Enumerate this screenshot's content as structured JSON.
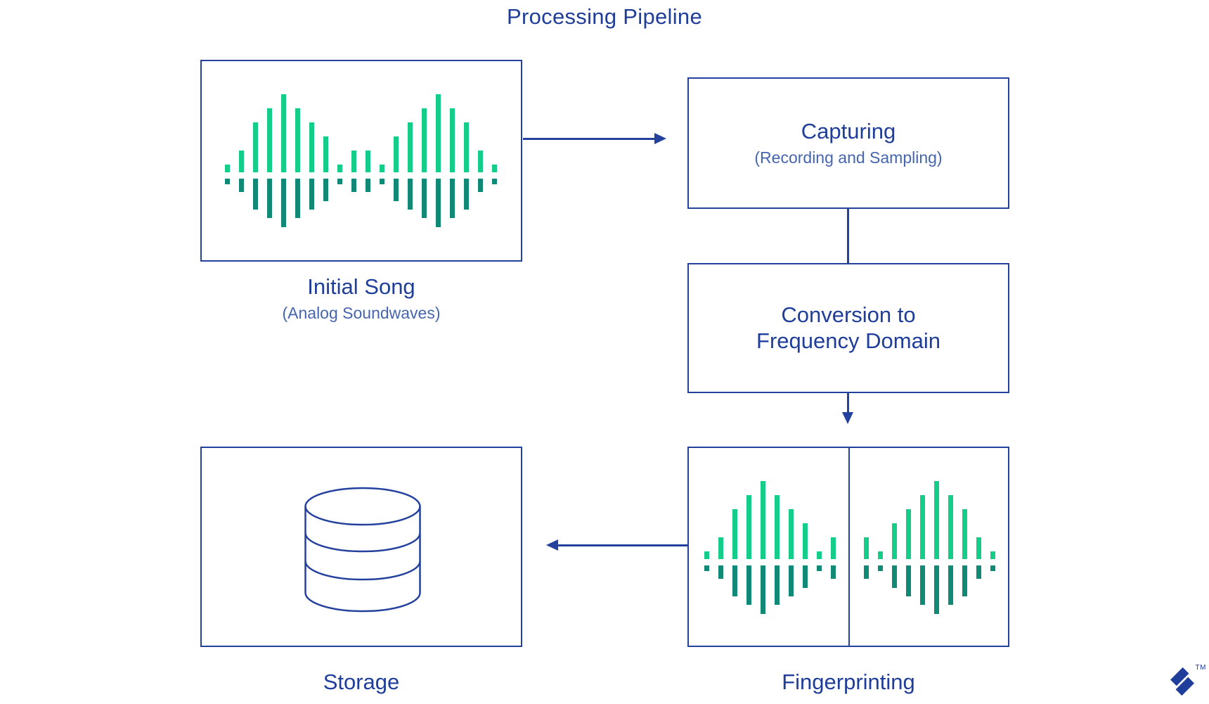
{
  "title": "Processing Pipeline",
  "colors": {
    "primary_blue": "#1f3d9a",
    "border_blue": "#24419e",
    "subtitle_blue": "#4565af",
    "wave_green": "#13cd89",
    "wave_teal": "#108a77"
  },
  "nodes": {
    "initial_song": {
      "label": "Initial Song",
      "sublabel": "(Analog Soundwaves)"
    },
    "capturing": {
      "label": "Capturing",
      "sublabel": "(Recording and Sampling)"
    },
    "conversion": {
      "label_line1": "Conversion to",
      "label_line2": "Frequency Domain"
    },
    "fingerprinting": {
      "label": "Fingerprinting"
    },
    "storage": {
      "label": "Storage"
    }
  },
  "waveforms": {
    "initial_song": {
      "bar_heights": [
        11,
        31,
        71,
        91,
        111,
        91,
        71,
        51,
        11,
        31,
        31,
        11,
        51,
        71,
        91,
        111,
        91,
        71,
        31,
        11
      ]
    },
    "fingerprint_left": {
      "bar_heights": [
        11,
        31,
        71,
        91,
        111,
        91,
        71,
        51,
        11,
        31
      ]
    },
    "fingerprint_right": {
      "bar_heights": [
        31,
        11,
        51,
        71,
        91,
        111,
        91,
        71,
        31,
        11
      ]
    }
  },
  "logo": {
    "trademark": "TM"
  }
}
